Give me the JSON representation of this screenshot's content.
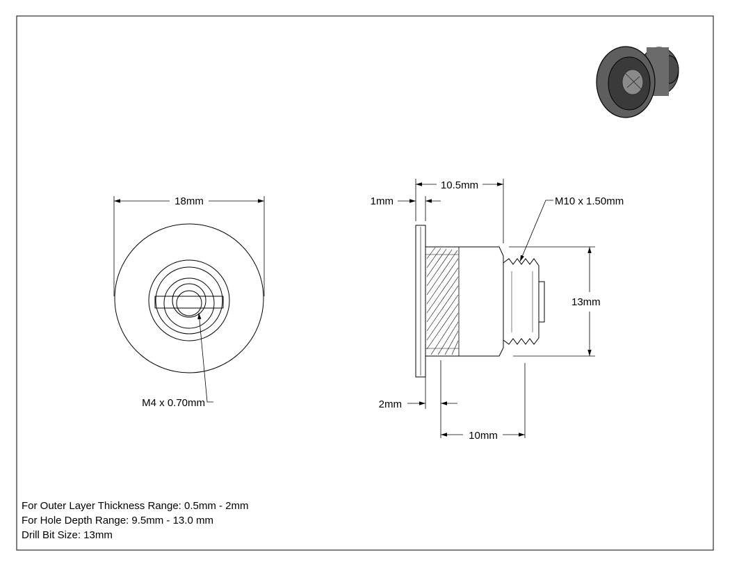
{
  "dimensions": {
    "front_width": "18mm",
    "thread_small": "M4 x 0.70mm",
    "overall_length": "10.5mm",
    "flange_thickness": "1mm",
    "thread_large": "M10 x 1.50mm",
    "body_diameter": "13mm",
    "flange_gap": "2mm",
    "body_length": "10mm"
  },
  "notes": {
    "line1": "For Outer Layer Thickness Range: 0.5mm - 2mm",
    "line2": "For Hole Depth Range:  9.5mm - 13.0 mm",
    "line3": "Drill Bit Size: 13mm"
  },
  "colors": {
    "line": "#000000",
    "render_dark": "#3a3a3a",
    "render_mid": "#6b6b6b",
    "render_light": "#a6a6a6"
  }
}
